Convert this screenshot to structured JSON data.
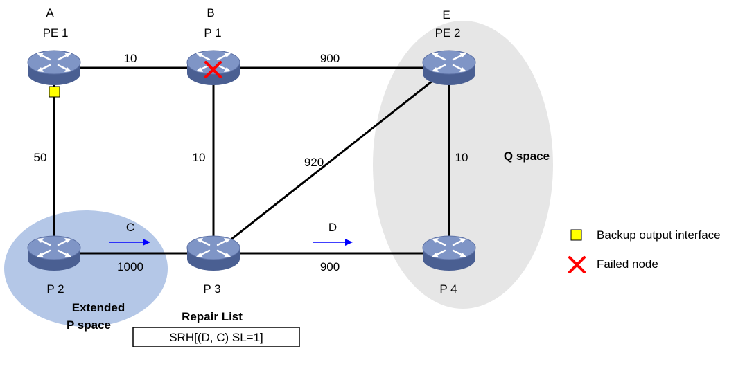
{
  "nodes": {
    "pe1": {
      "letter": "A",
      "name": "PE 1"
    },
    "p1": {
      "letter": "B",
      "name": "P 1"
    },
    "pe2": {
      "letter": "E",
      "name": "PE 2"
    },
    "p2": {
      "name": "P 2"
    },
    "p3": {
      "name": "P 3"
    },
    "p4": {
      "name": "P 4"
    }
  },
  "links": {
    "pe1_p1": "10",
    "p1_pe2": "900",
    "pe1_p2": "50",
    "p1_p3": "10",
    "p3_pe2": "920",
    "pe2_p4": "10",
    "p2_p3": "1000",
    "p3_p4": "900"
  },
  "flows": {
    "c": "C",
    "d": "D"
  },
  "regions": {
    "q_space": "Q space",
    "p_space_line1": "Extended",
    "p_space_line2": "P space"
  },
  "repair": {
    "title": "Repair List",
    "entry": "SRH[(D, C) SL=1]"
  },
  "legend": {
    "backup": "Backup output interface",
    "failed": "Failed node"
  },
  "colors": {
    "router_top": "#7f95c6",
    "router_side": "#4a5f92",
    "p_space_fill": "#b4c7e7",
    "q_space_fill": "#e6e6e6",
    "arrow": "#0000ff",
    "failed_mark": "#ff0000",
    "backup_marker": "#ffff00"
  },
  "icons": {
    "router": "router-icon",
    "failed": "failed-node-icon",
    "backup": "backup-interface-icon"
  }
}
